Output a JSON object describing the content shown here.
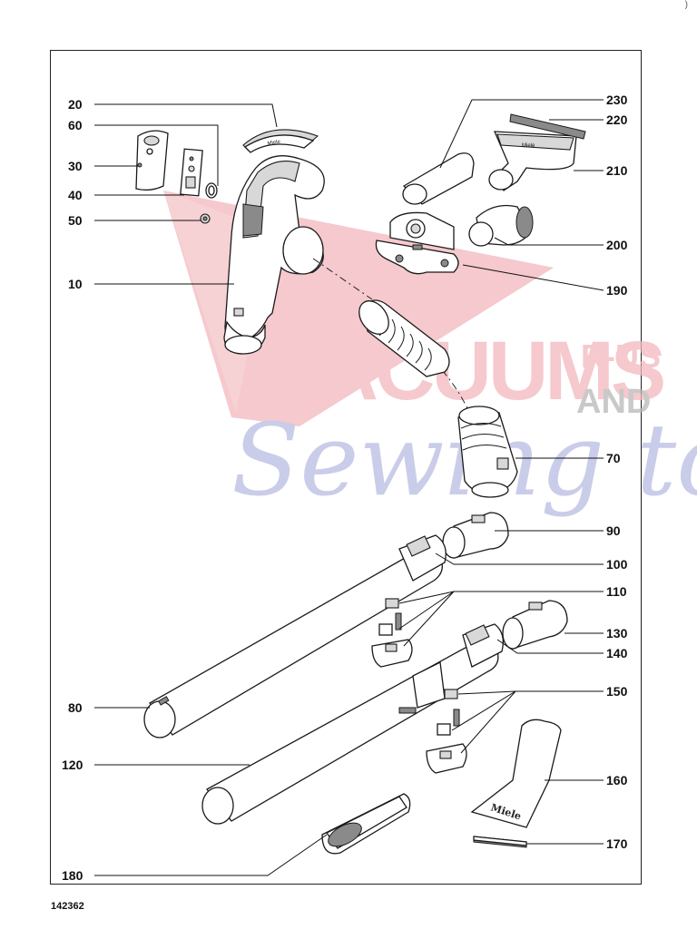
{
  "document_number": "142362",
  "corner_mark": ")",
  "callouts": [
    {
      "id": "20",
      "label": "20"
    },
    {
      "id": "60",
      "label": "60"
    },
    {
      "id": "30",
      "label": "30"
    },
    {
      "id": "40",
      "label": "40"
    },
    {
      "id": "50",
      "label": "50"
    },
    {
      "id": "10",
      "label": "10"
    },
    {
      "id": "230",
      "label": "230"
    },
    {
      "id": "220",
      "label": "220"
    },
    {
      "id": "210",
      "label": "210"
    },
    {
      "id": "200",
      "label": "200"
    },
    {
      "id": "190",
      "label": "190"
    },
    {
      "id": "70",
      "label": "70"
    },
    {
      "id": "90",
      "label": "90"
    },
    {
      "id": "100",
      "label": "100"
    },
    {
      "id": "110",
      "label": "110"
    },
    {
      "id": "130",
      "label": "130"
    },
    {
      "id": "140",
      "label": "140"
    },
    {
      "id": "80",
      "label": "80"
    },
    {
      "id": "150",
      "label": "150"
    },
    {
      "id": "120",
      "label": "120"
    },
    {
      "id": "160",
      "label": "160"
    },
    {
      "id": "170",
      "label": "170"
    },
    {
      "id": "180",
      "label": "180"
    }
  ],
  "watermark": {
    "line1": "VACUUMS",
    "line1_suffix": "R-US",
    "line2_suffix": "AND",
    "line3": "Sewing too",
    "color_red": "#f2b8bd",
    "color_blue": "#b9bde2",
    "color_grey": "#b0b0b0"
  },
  "tool_brand_text": "Miele"
}
